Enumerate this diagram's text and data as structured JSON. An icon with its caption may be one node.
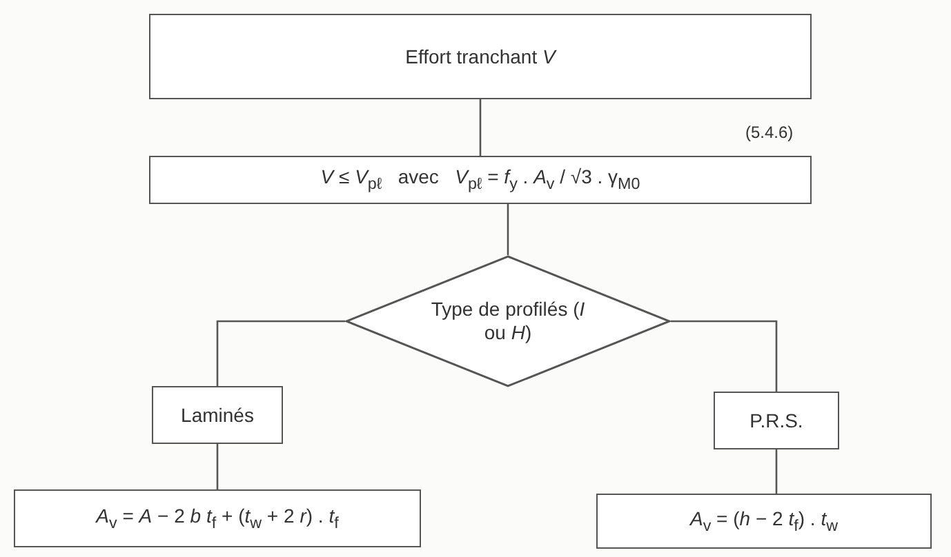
{
  "diagram": {
    "nodes": [
      {
        "text": [
          "Effort tranchant *V*"
        ]
      },
      {
        "text": [
          "*V* ≤ *V*$_{pℓ}$   avec   *V*$_{pℓ}$ = *f*$_{y}$ . *A*$_{v}$ / √3 . γ$_{M0}$"
        ]
      },
      {
        "text": [
          "Type de profilés (*I* ou *H*)"
        ]
      },
      {
        "text": [
          "Laminés"
        ]
      },
      {
        "text": [
          "P.R.S."
        ]
      },
      {
        "text": [
          "*A*$_{v}$ = *A* − 2 *b* *t*$_{f}$ + (*t*$_{w}$ + 2 *r*) . *t*$_{f}$"
        ]
      },
      {
        "text": [
          "*A*$_{v}$ = (*h* − 2 *t*$_{f}$) . *t*$_{w}$"
        ]
      }
    ],
    "edges": [
      {
        "from": 0,
        "to": 1,
        "arrow": "none"
      },
      {
        "from": 1,
        "to": 2,
        "arrow": "none"
      },
      {
        "from": 2,
        "to": 3,
        "arrow": "none"
      },
      {
        "from": 2,
        "to": 4,
        "arrow": "none"
      },
      {
        "from": 3,
        "to": 5,
        "arrow": "none"
      },
      {
        "from": 4,
        "to": 6,
        "arrow": "none"
      }
    ],
    "labels": [
      "(5.4.6)"
    ]
  }
}
